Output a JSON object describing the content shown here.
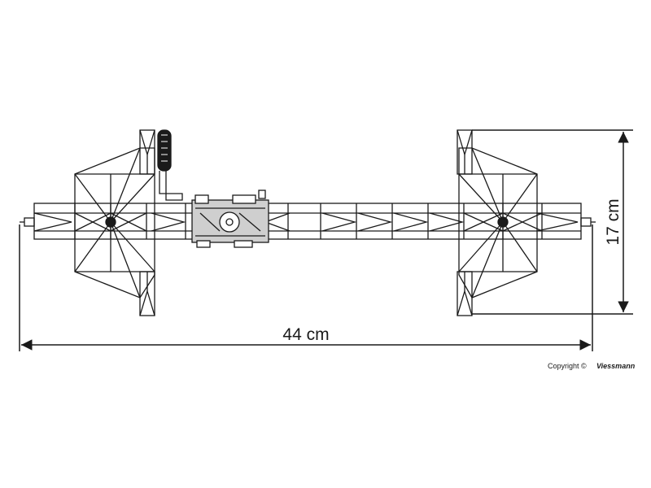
{
  "dimensions": {
    "width_label": "44 cm",
    "height_label": "17 cm"
  },
  "copyright": {
    "text": "Copyright ©",
    "brand": "Viessmann"
  },
  "colors": {
    "line": "#1a1a1a",
    "gray_part": "#cfcfcf",
    "background": "#ffffff"
  }
}
